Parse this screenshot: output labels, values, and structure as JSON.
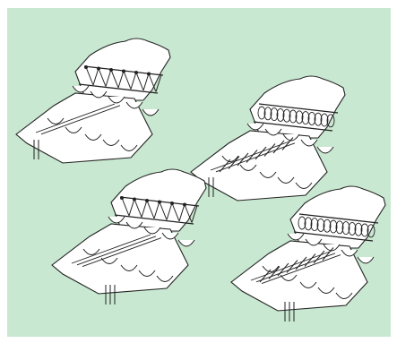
{
  "figure": {
    "background_color": "#c9e8d1",
    "frame_color": "#ffffff",
    "line_color": "#222222",
    "fabric_color": "#ffffff",
    "panels": [
      {
        "name": "two-needle-overedge-stitch"
      },
      {
        "name": "two-needle-cross-stitch"
      },
      {
        "name": "three-needle-overedge-stitch"
      },
      {
        "name": "three-needle-cross-stitch"
      }
    ]
  }
}
